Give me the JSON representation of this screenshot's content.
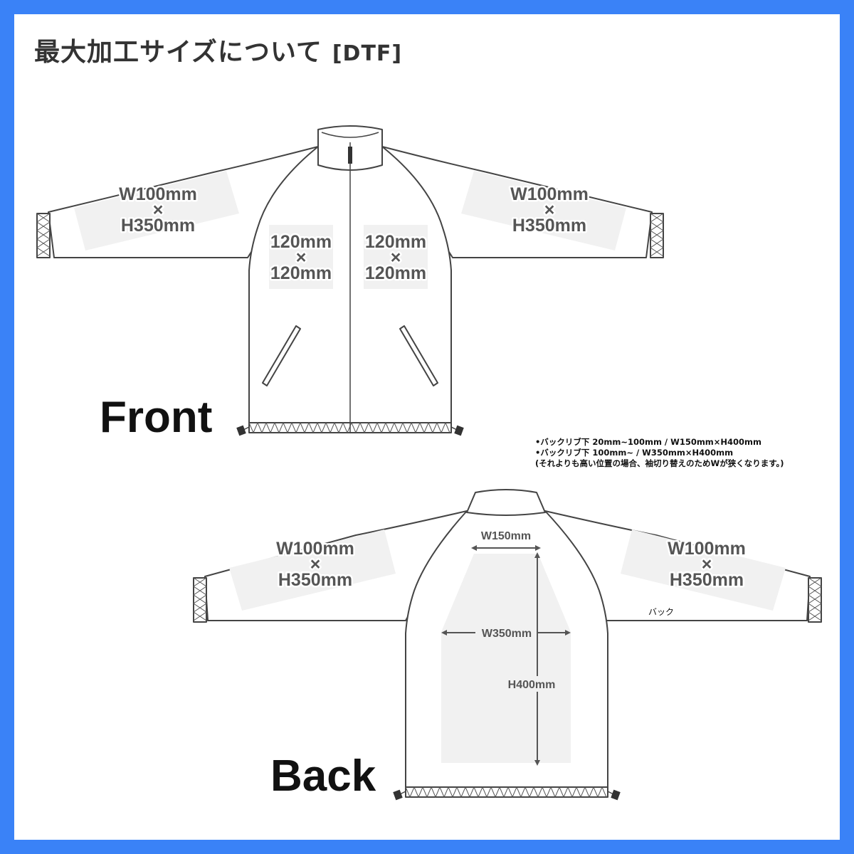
{
  "title": {
    "text": "最大加工サイズについて",
    "tag": "[DTF]"
  },
  "front": {
    "view_label": "Front",
    "left_sleeve": {
      "line1": "W100mm",
      "sep": "×",
      "line2": "H350mm"
    },
    "right_sleeve": {
      "line1": "W100mm",
      "sep": "×",
      "line2": "H350mm"
    },
    "left_chest": {
      "line1": "120mm",
      "sep": "×",
      "line2": "120mm"
    },
    "right_chest": {
      "line1": "120mm",
      "sep": "×",
      "line2": "120mm"
    }
  },
  "back": {
    "view_label": "Back",
    "side_label": "バック",
    "left_sleeve": {
      "line1": "W100mm",
      "sep": "×",
      "line2": "H350mm"
    },
    "right_sleeve": {
      "line1": "W100mm",
      "sep": "×",
      "line2": "H350mm"
    },
    "dims": {
      "top_width": "W150mm",
      "lower_width": "W350mm",
      "height": "H400mm"
    }
  },
  "notes": [
    "•バックリブ下 20mm~100mm / W150mm×H400mm",
    "•バックリブ下 100mm~ / W350mm×H400mm",
    "(それよりも高い位置の場合、袖切り替えのためWが狭くなります。)"
  ],
  "colors": {
    "frame": "#3a82f7",
    "outline": "#444444",
    "print_area": "#f1f1f1",
    "label_text": "#555555"
  }
}
